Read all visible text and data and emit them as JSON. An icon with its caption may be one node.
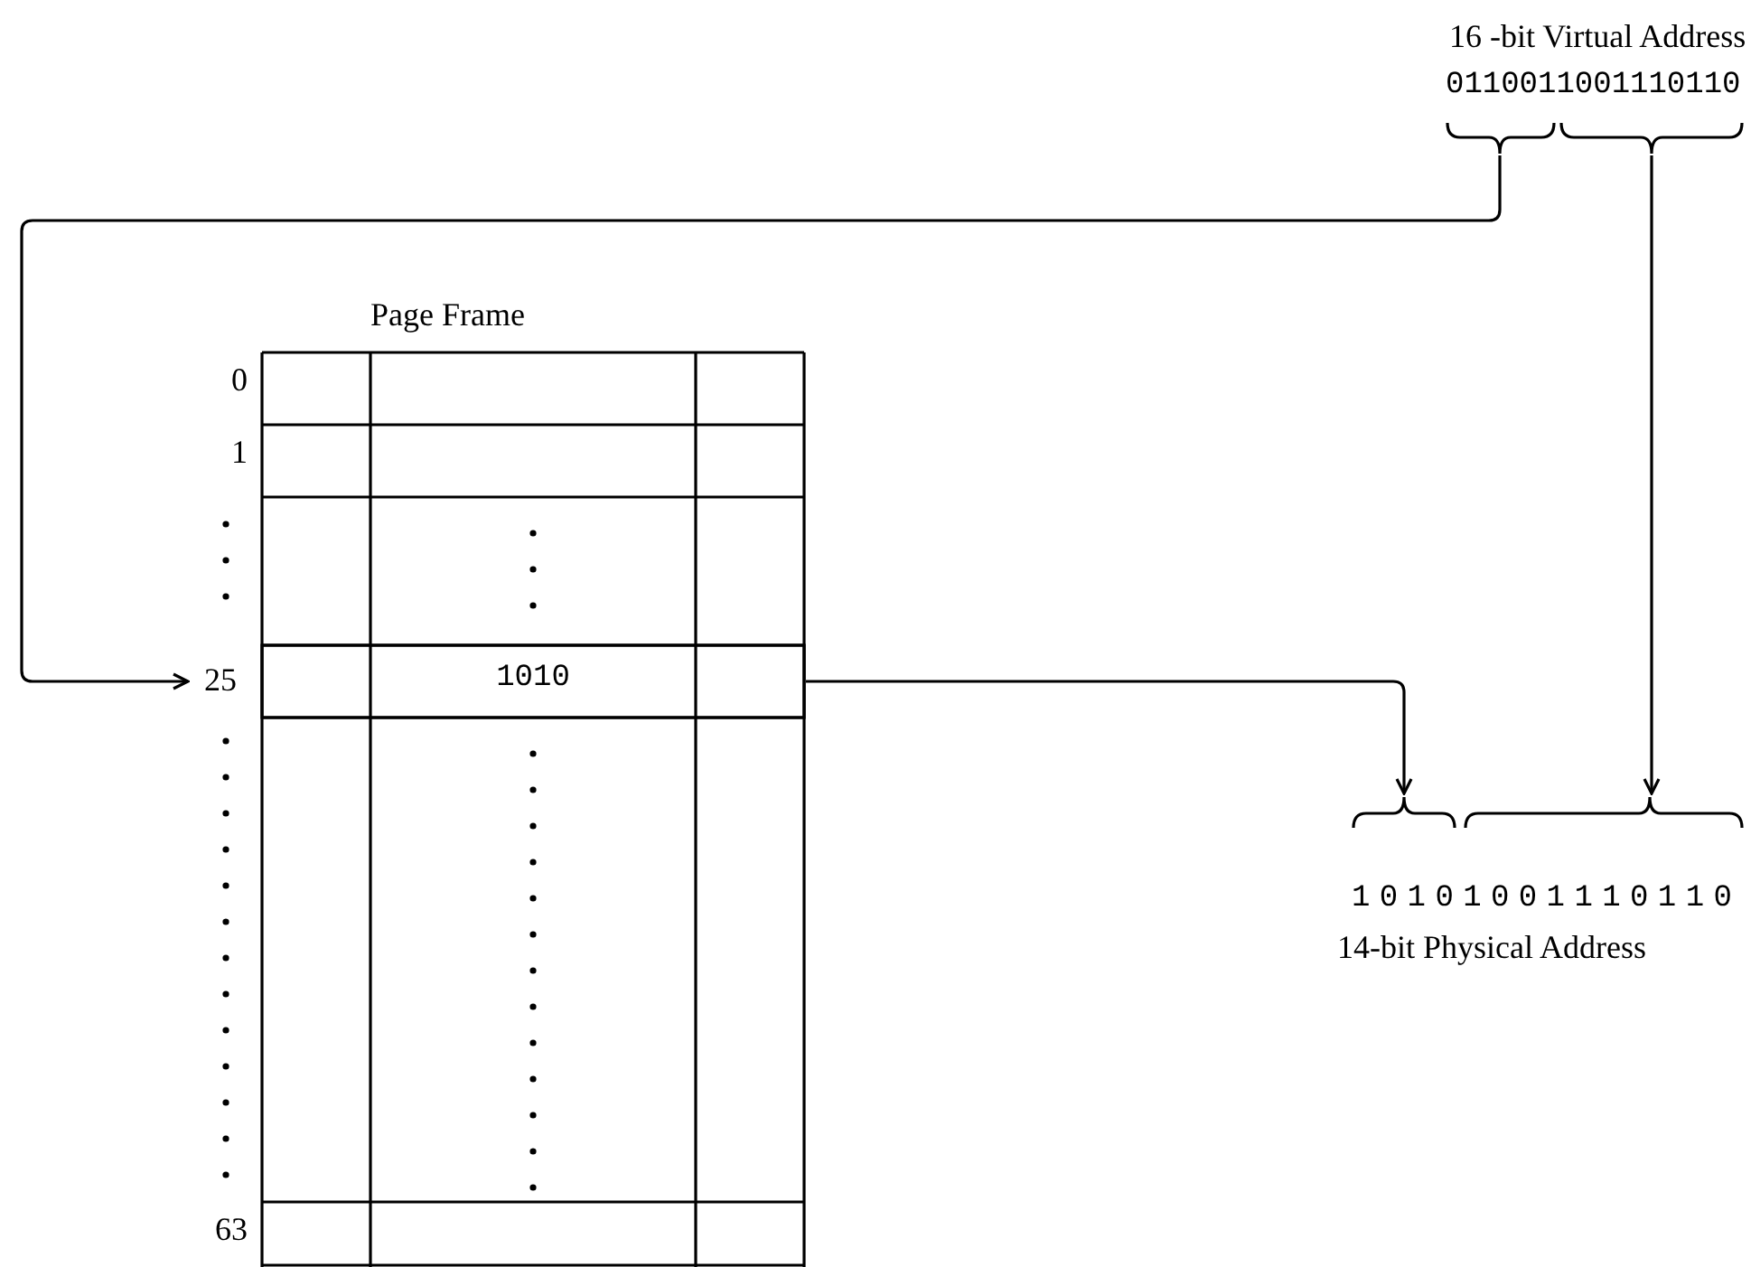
{
  "diagram": {
    "nodes": [
      {
        "text": [
          "16 -bit Virtual Address",
          "0110011001110110"
        ]
      },
      {
        "text": [],
        "shape": "brace"
      },
      {
        "text": [],
        "shape": "brace"
      },
      {
        "text": [
          "Page Frame"
        ]
      },
      {
        "text": [
          "1010"
        ],
        "beside": [
          "25"
        ],
        "in": 3
      },
      {
        "text": [],
        "shape": "brace"
      },
      {
        "text": [],
        "shape": "brace"
      },
      {
        "text": [
          "10101001110110",
          "14-bit Physical Address"
        ]
      }
    ],
    "edges": [
      {
        "from": 1,
        "to": 4,
        "arrow": "to"
      },
      {
        "from": 4,
        "to": 5,
        "arrow": "to"
      },
      {
        "from": 2,
        "to": 6,
        "arrow": "to"
      }
    ],
    "labels": [
      "0",
      "1",
      "63"
    ]
  }
}
